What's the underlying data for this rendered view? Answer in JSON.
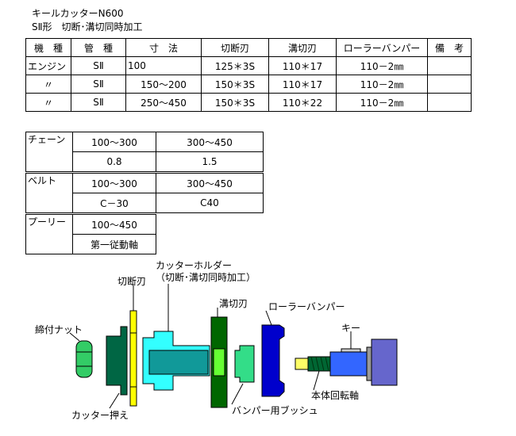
{
  "header": {
    "title": "キールカッターN600",
    "subtitle": "SⅡ形　切断･溝切同時加工"
  },
  "spec_table": {
    "headers": [
      "機　種",
      "管　種",
      "寸　法",
      "切断刃",
      "溝切刃",
      "ローラーバンパー",
      "備　考"
    ],
    "rows": [
      [
        "エンジン",
        "SⅡ",
        "100",
        "125＊3S",
        "110＊17",
        "110－2㎜",
        ""
      ],
      [
        "〃",
        "SⅡ",
        "150～200",
        "150＊3S",
        "110＊17",
        "110－2㎜",
        ""
      ],
      [
        "〃",
        "SⅡ",
        "250～450",
        "150＊3S",
        "110＊22",
        "110－2㎜",
        ""
      ]
    ]
  },
  "chain_table": {
    "label": "チェーン",
    "ranges": [
      "100～300",
      "300～450"
    ],
    "values": [
      "0.8",
      "1.5"
    ]
  },
  "belt_table": {
    "label": "ベルト",
    "ranges": [
      "100～300",
      "300～450"
    ],
    "values": [
      "C－30",
      "C40"
    ]
  },
  "pulley_table": {
    "label": "プーリー",
    "range": "100～450",
    "value": "第一従動軸"
  },
  "diagram": {
    "labels": {
      "cutter_holder_1": "カッターホルダー",
      "cutter_holder_2": "（切断･溝切同時加工）",
      "cutting_blade": "切断刃",
      "groove_blade": "溝切刃",
      "roller_bumper": "ローラーバンパー",
      "key": "キー",
      "lock_nut": "締付ナット",
      "cutter_press": "カッター押え",
      "bumper_bush": "バンパー用ブッシュ",
      "main_shaft": "本体回転軸"
    },
    "colors": {
      "nut": "#33cc66",
      "press": "#006644",
      "blade": "#ffff00",
      "holder": "#33ffff",
      "groove": "#006600",
      "bush": "#33dd88",
      "bumper": "#0000cc",
      "shaft": "#3366ff",
      "body": "#6666cc"
    }
  }
}
